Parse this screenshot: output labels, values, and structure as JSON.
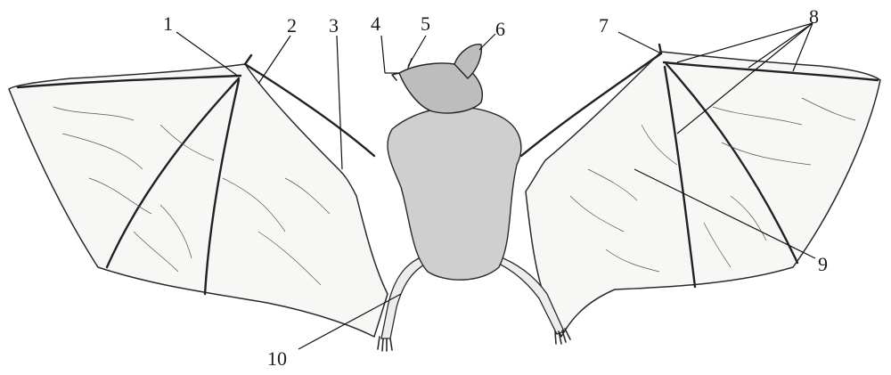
{
  "figure": {
    "labels": [
      {
        "id": "1",
        "text": "1"
      },
      {
        "id": "2",
        "text": "2"
      },
      {
        "id": "3",
        "text": "3"
      },
      {
        "id": "4",
        "text": "4"
      },
      {
        "id": "5",
        "text": "5"
      },
      {
        "id": "6",
        "text": "6"
      },
      {
        "id": "7",
        "text": "7"
      },
      {
        "id": "8",
        "text": "8"
      },
      {
        "id": "9",
        "text": "9"
      },
      {
        "id": "10",
        "text": "10"
      }
    ]
  }
}
